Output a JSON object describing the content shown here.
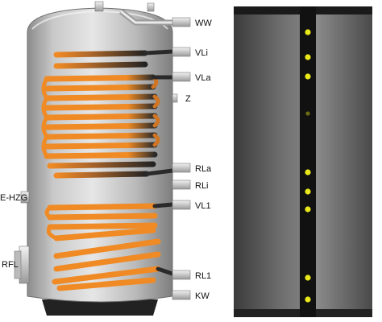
{
  "colors": {
    "coil_orange": "#f08a24",
    "coil_dark": "#2a2a2a",
    "tank_silver_light": "#dcdcdc",
    "tank_silver_dark": "#8a8a8a",
    "jacket_dark": "#3a3a3a",
    "jacket_mid": "#7b7b7b",
    "seam_black": "#111111",
    "dot_yellow": "#e8e81a"
  },
  "connections": {
    "ww": "WW",
    "vli": "VLi",
    "vla": "VLa",
    "z": "Z",
    "rla": "RLa",
    "rli": "RLi",
    "vl1": "VL1",
    "rl1": "RL1",
    "kw": "KW",
    "e_hzg": "E-HZG",
    "rfl": "RFL"
  }
}
